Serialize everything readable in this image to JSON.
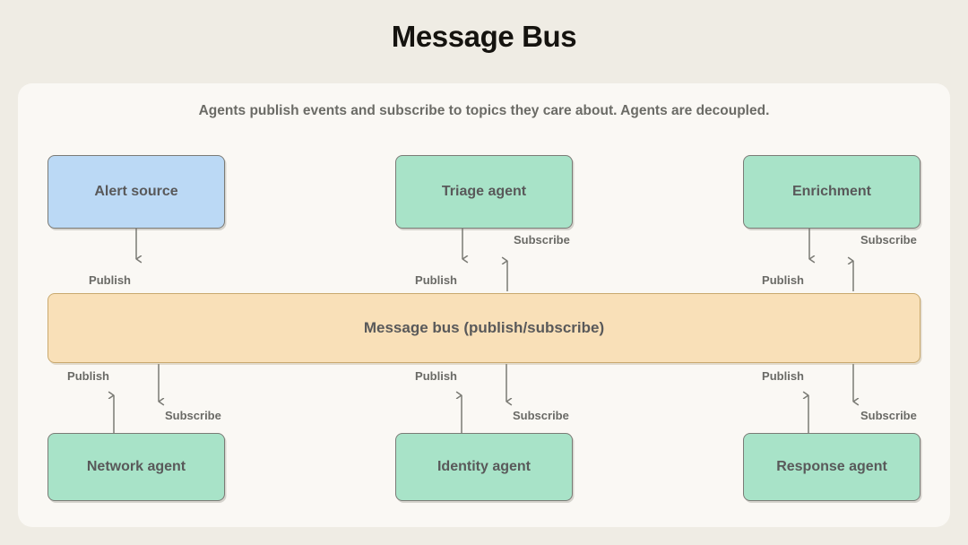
{
  "page": {
    "title": "Message Bus",
    "background_color": "#efece4",
    "card_color": "#faf8f4"
  },
  "diagram": {
    "subtitle": "Agents publish events and subscribe to topics they care about. Agents are decoupled.",
    "colors": {
      "green_node": "#a8e3c8",
      "blue_node": "#bbd9f5",
      "bus": "#f9e0b8",
      "node_border": "#7b7b76",
      "bus_border": "#c9a96e",
      "text": "#59595a",
      "label_text": "#6a6a66"
    },
    "top_nodes": [
      {
        "id": "alert-source",
        "label": "Alert source",
        "color": "blue"
      },
      {
        "id": "triage-agent",
        "label": "Triage agent",
        "color": "green"
      },
      {
        "id": "enrichment",
        "label": "Enrichment",
        "color": "green"
      }
    ],
    "bus": {
      "id": "message-bus",
      "label": "Message bus (publish/subscribe)"
    },
    "bottom_nodes": [
      {
        "id": "network-agent",
        "label": "Network agent",
        "color": "green"
      },
      {
        "id": "identity-agent",
        "label": "Identity agent",
        "color": "green"
      },
      {
        "id": "response-agent",
        "label": "Response agent",
        "color": "green"
      }
    ],
    "edge_labels": {
      "publish": "Publish",
      "subscribe": "Subscribe"
    },
    "edges": [
      {
        "from": "alert-source",
        "to": "message-bus",
        "label": "Publish",
        "direction": "down"
      },
      {
        "from": "triage-agent",
        "to": "message-bus",
        "label": "Publish",
        "direction": "down"
      },
      {
        "from": "message-bus",
        "to": "triage-agent",
        "label": "Subscribe",
        "direction": "up"
      },
      {
        "from": "enrichment",
        "to": "message-bus",
        "label": "Publish",
        "direction": "down"
      },
      {
        "from": "message-bus",
        "to": "enrichment",
        "label": "Subscribe",
        "direction": "up"
      },
      {
        "from": "network-agent",
        "to": "message-bus",
        "label": "Publish",
        "direction": "up"
      },
      {
        "from": "message-bus",
        "to": "network-agent",
        "label": "Subscribe",
        "direction": "down"
      },
      {
        "from": "identity-agent",
        "to": "message-bus",
        "label": "Publish",
        "direction": "up"
      },
      {
        "from": "message-bus",
        "to": "identity-agent",
        "label": "Subscribe",
        "direction": "down"
      },
      {
        "from": "response-agent",
        "to": "message-bus",
        "label": "Publish",
        "direction": "up"
      },
      {
        "from": "message-bus",
        "to": "response-agent",
        "label": "Subscribe",
        "direction": "down"
      }
    ]
  }
}
